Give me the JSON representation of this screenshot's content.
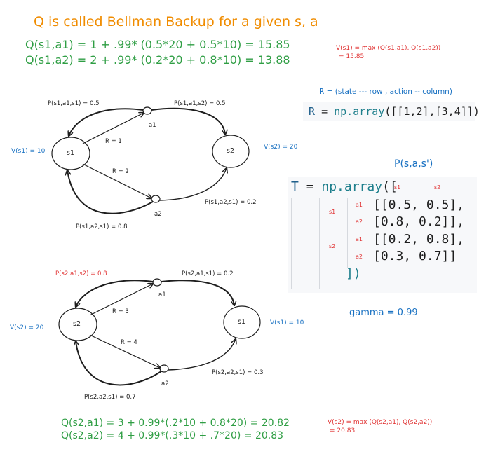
{
  "title": "Q is called Bellman Backup for a given s, a",
  "top_equations": {
    "q_s1_a1": "Q(s1,a1) = 1 + .99* (0.5*20 + 0.5*10) = 15.85",
    "q_s1_a2": "Q(s1,a2) = 2 + .99* (0.2*20 + 0.8*10) = 13.88"
  },
  "top_value_note": {
    "line1": "V(s1) = max (Q(s1,a1), Q(s1,a2))",
    "line2": "= 15.85"
  },
  "reward_note": "R = (state --- row , action -- column)",
  "reward_code": {
    "var": "R",
    "eq": "=",
    "call": "np.array",
    "args": "([[1,2],[3,4]])"
  },
  "transition_title": "P(s,a,s')",
  "transition_code": {
    "var": "T",
    "eq": "=",
    "call": "np.array",
    "open": "([",
    "col_s1": "s1",
    "col_s2": "s2",
    "row_s1": "s1",
    "row_s2": "s2",
    "a1": "a1",
    "a2": "a2",
    "row1": "[[0.5, 0.5],",
    "row2": "[0.8, 0.2]],",
    "row3": "[[0.2, 0.8],",
    "row4": "[0.3, 0.7]]",
    "close": "])"
  },
  "gamma": "gamma = 0.99",
  "diagram1": {
    "state_left": "s1",
    "state_right": "s2",
    "action_top": "a1",
    "action_bottom": "a2",
    "reward_a1": "R = 1",
    "reward_a2": "R = 2",
    "p_a1_s1": "P(s1,a1,s1) = 0.5",
    "p_a1_s2": "P(s1,a1,s2) = 0.5",
    "p_a2_s1_right": "P(s1,a2,s1) = 0.2",
    "p_a2_s1_bottom": "P(s1,a2,s1) = 0.8",
    "v_left": "V(s1) = 10",
    "v_right": "V(s2) = 20"
  },
  "diagram2": {
    "state_left": "s2",
    "state_right": "s1",
    "action_top": "a1",
    "action_bottom": "a2",
    "reward_a1": "R = 3",
    "reward_a2": "R = 4",
    "p_a1_s2": "P(s2,a1,s2) = 0.8",
    "p_a1_s1": "P(s2,a1,s1) = 0.2",
    "p_a2_s1": "P(s2,a2,s1) = 0.3",
    "p_a2_s1_bottom": "P(s2,a2,s1) = 0.7",
    "v_left": "V(s2) = 20",
    "v_right": "V(s1) = 10"
  },
  "bottom_equations": {
    "q_s2_a1": "Q(s2,a1) = 3 + 0.99*(.2*10 + 0.8*20) = 20.82",
    "q_s2_a2": "Q(s2,a2) = 4 + 0.99*(.3*10 + .7*20) =  20.83"
  },
  "bottom_value_note": {
    "line1": "V(s2) = max (Q(s2,a1), Q(s2,a2))",
    "line2": "= 20.83"
  }
}
